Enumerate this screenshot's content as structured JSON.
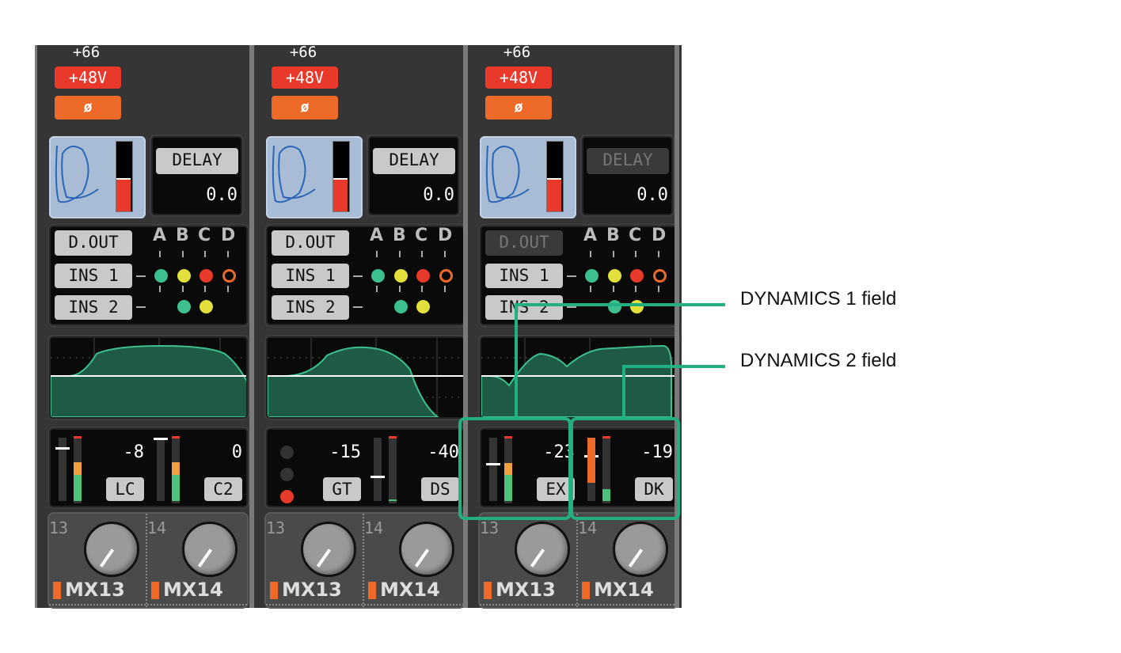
{
  "strips": [
    {
      "gain": "+66",
      "phantom": "+48V",
      "phase": "ø",
      "delay_label": "DELAY",
      "delay_value": "0.0",
      "delay_active": true,
      "dout_label": "D.OUT",
      "dout_active": true,
      "ins1_label": "INS 1",
      "ins2_label": "INS 2",
      "insert_points": [
        "A",
        "B",
        "C",
        "D"
      ],
      "eq_curve": "hpf-lpf",
      "dynamics": [
        {
          "type": "meter",
          "value": "-8",
          "label": "LC",
          "threshold_level": 0.85,
          "meter_level": 0.6,
          "gr_level": 0
        },
        {
          "type": "meter",
          "value": "0",
          "label": "C2",
          "threshold_level": 1.0,
          "meter_level": 0.6,
          "gr_level": 0
        }
      ],
      "channels": [
        {
          "number": "13",
          "name": "MX13"
        },
        {
          "number": "14",
          "name": "MX14"
        }
      ]
    },
    {
      "gain": "+66",
      "phantom": "+48V",
      "phase": "ø",
      "delay_label": "DELAY",
      "delay_value": "0.0",
      "delay_active": true,
      "dout_label": "D.OUT",
      "dout_active": true,
      "ins1_label": "INS 1",
      "ins2_label": "INS 2",
      "insert_points": [
        "A",
        "B",
        "C",
        "D"
      ],
      "eq_curve": "hpf-lpf-narrow",
      "dynamics": [
        {
          "type": "gate",
          "value": "-15",
          "label": "GT",
          "gate_state": "closed"
        },
        {
          "type": "meter",
          "value": "-40",
          "label": "DS",
          "threshold_level": 0.4,
          "meter_level": 0.03,
          "gr_level": 0
        }
      ],
      "channels": [
        {
          "number": "13",
          "name": "MX13"
        },
        {
          "number": "14",
          "name": "MX14"
        }
      ]
    },
    {
      "gain": "+66",
      "phantom": "+48V",
      "phase": "ø",
      "delay_label": "DELAY",
      "delay_value": "0.0",
      "delay_active": false,
      "dout_label": "D.OUT",
      "dout_active": false,
      "ins1_label": "INS 1",
      "ins2_label": "INS 2",
      "insert_points": [
        "A",
        "B",
        "C",
        "D"
      ],
      "eq_curve": "dip",
      "dynamics": [
        {
          "type": "meter",
          "value": "-23",
          "label": "EX",
          "threshold_level": 0.6,
          "meter_level": 0.58,
          "gr_level": 0
        },
        {
          "type": "meter",
          "value": "-19",
          "label": "DK",
          "threshold_level": 0.72,
          "meter_level": 0.18,
          "gr_level": 0.82
        }
      ],
      "channels": [
        {
          "number": "13",
          "name": "MX13"
        },
        {
          "number": "14",
          "name": "MX14"
        }
      ]
    }
  ],
  "colors": {
    "green": "#3cc08f",
    "yellow": "#e2e03a",
    "red": "#e83a2a",
    "orange": "#ee6a28",
    "annotation": "#22b083"
  },
  "annotations": {
    "dynamics1": "DYNAMICS 1 field",
    "dynamics2": "DYNAMICS 2 field"
  }
}
